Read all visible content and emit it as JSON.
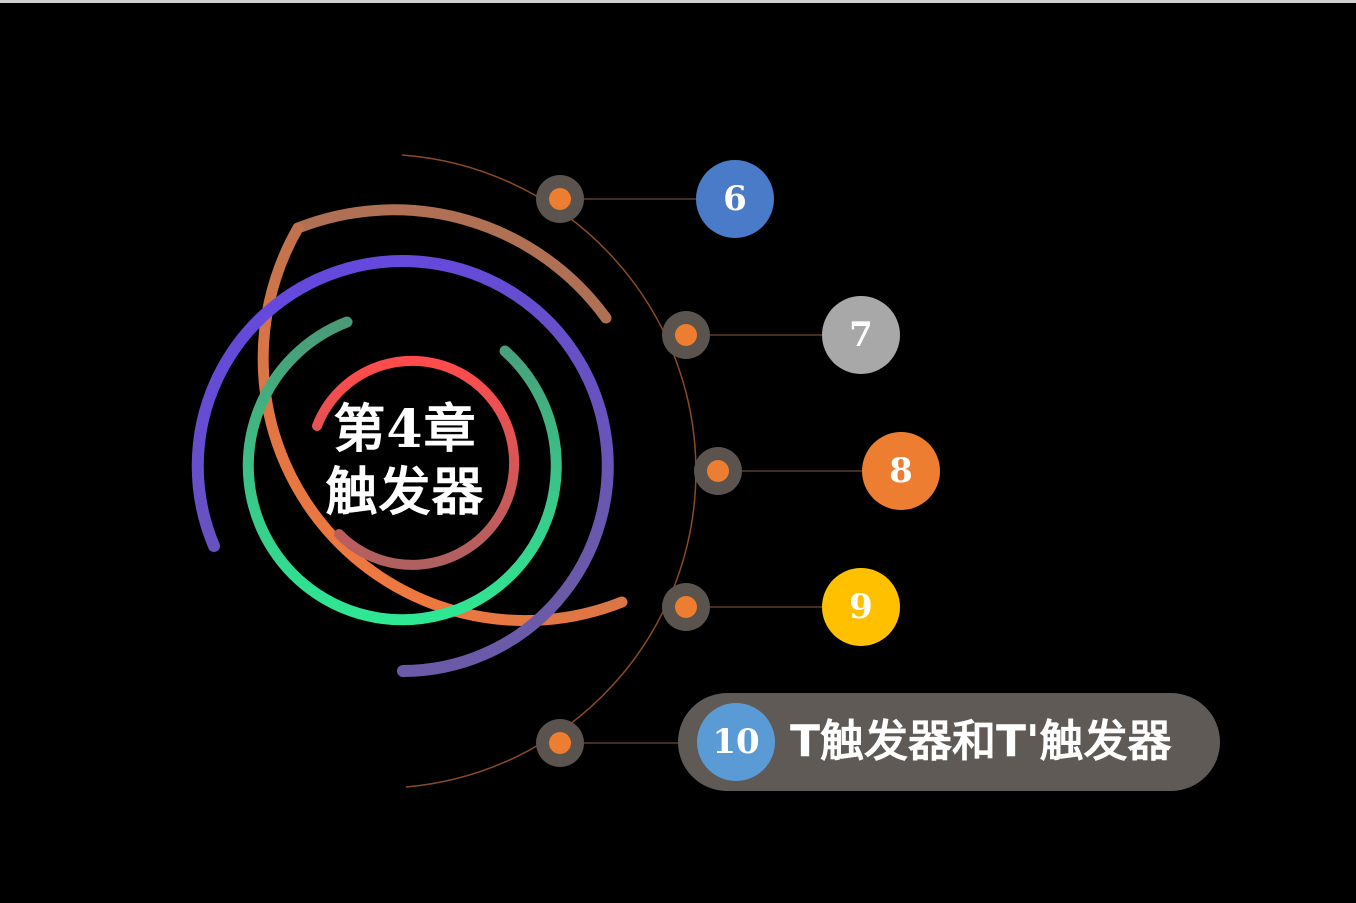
{
  "chapter": {
    "title_line1": "第4章",
    "title_line2": "触发器"
  },
  "sections": [
    {
      "number": "6",
      "color": "#4a7bc8"
    },
    {
      "number": "7",
      "color": "#a8a8a8"
    },
    {
      "number": "8",
      "color": "#ed7d31"
    },
    {
      "number": "9",
      "color": "#ffc000"
    },
    {
      "number": "10",
      "color": "#5b9bd5",
      "label": "T触发器和T'触发器",
      "active": true
    }
  ],
  "colors": {
    "background": "#000000",
    "ring_outer": "#ff7f3f",
    "ring_violet": "#6a4ee0",
    "ring_green": "#2fd18a",
    "ring_inner": "#ee5252",
    "node": "#ed7d31",
    "pill": "#5f5a55"
  }
}
